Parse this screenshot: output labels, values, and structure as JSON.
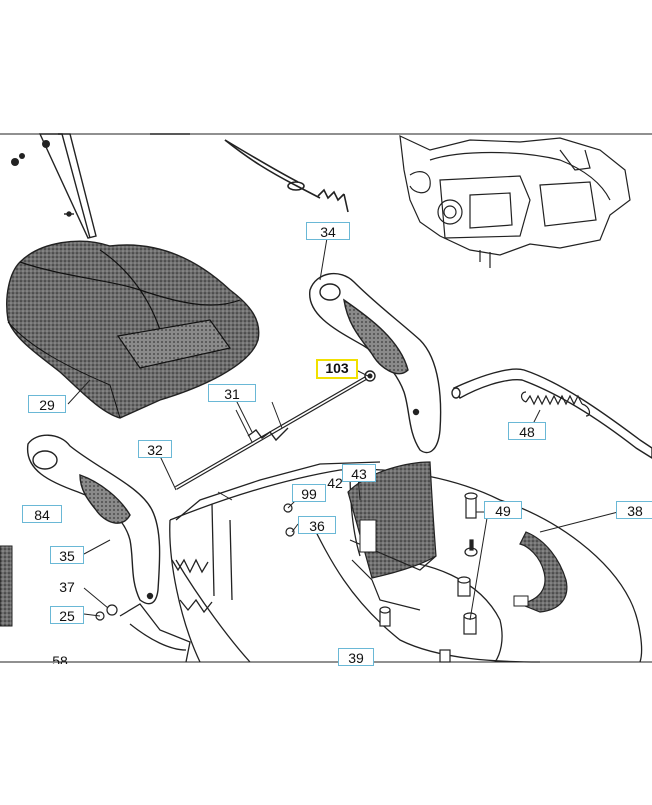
{
  "diagram": {
    "callouts": [
      {
        "id": "c34",
        "text": "34",
        "boxed": true
      },
      {
        "id": "c103",
        "text": "103",
        "boxed": true,
        "highlighted": true
      },
      {
        "id": "c29",
        "text": "29",
        "boxed": true
      },
      {
        "id": "c31",
        "text": "31",
        "boxed": true
      },
      {
        "id": "c32",
        "text": "32",
        "boxed": true
      },
      {
        "id": "c48",
        "text": "48",
        "boxed": true
      },
      {
        "id": "c43",
        "text": "43",
        "boxed": true
      },
      {
        "id": "c42",
        "text": "42",
        "boxed": false
      },
      {
        "id": "c99",
        "text": "99",
        "boxed": true
      },
      {
        "id": "c36",
        "text": "36",
        "boxed": true
      },
      {
        "id": "c49",
        "text": "49",
        "boxed": true
      },
      {
        "id": "c38",
        "text": "38",
        "boxed": true
      },
      {
        "id": "c84",
        "text": "84",
        "boxed": true
      },
      {
        "id": "c35",
        "text": "35",
        "boxed": true
      },
      {
        "id": "c37",
        "text": "37",
        "boxed": false
      },
      {
        "id": "c25",
        "text": "25",
        "boxed": true
      },
      {
        "id": "c39",
        "text": "39",
        "boxed": true
      },
      {
        "id": "c58",
        "text": "58",
        "boxed": false
      }
    ],
    "colors": {
      "callout_border": "#6ab8d6",
      "highlight_border": "#f1e000",
      "line": "#1a1a1a",
      "shaded_part": "#4a4a4a"
    }
  }
}
